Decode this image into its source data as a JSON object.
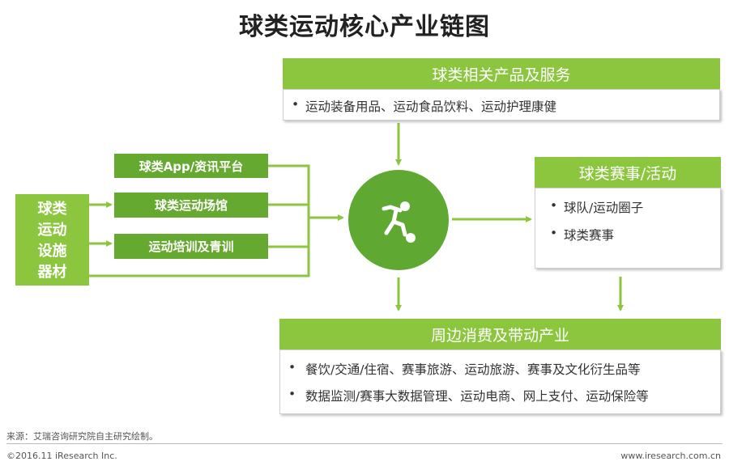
{
  "title": "球类运动核心产业链图",
  "left_box": {
    "lines": [
      "球类",
      "运动",
      "设施",
      "器材"
    ]
  },
  "middle_boxes": [
    {
      "label": "球类App/资讯平台"
    },
    {
      "label": "球类运动场馆"
    },
    {
      "label": "运动培训及青训"
    }
  ],
  "top_panel": {
    "header": "球类相关产品及服务",
    "items": [
      "运动装备用品、运动食品饮料、运动护理康健"
    ]
  },
  "right_panel": {
    "header": "球类赛事/活动",
    "items": [
      "球队/运动圈子",
      "球类赛事"
    ]
  },
  "bottom_panel": {
    "header": "周边消费及带动产业",
    "items": [
      "餐饮/交通/住宿、赛事旅游、运动旅游、赛事及文化衍生品等",
      "数据监测/赛事大数据管理、运动电商、网上支付、运动保险等"
    ]
  },
  "center_icon": "soccer-player-icon",
  "bullet": "•",
  "footer": {
    "source": "来源：艾瑞咨询研究院自主研究绘制。",
    "copyright": "©2016.11 iResearch Inc.",
    "website": "www.iresearch.com.cn"
  },
  "colors": {
    "green": "#8cc63f",
    "dark_green": "#66a930",
    "circle": "#5fa832"
  }
}
